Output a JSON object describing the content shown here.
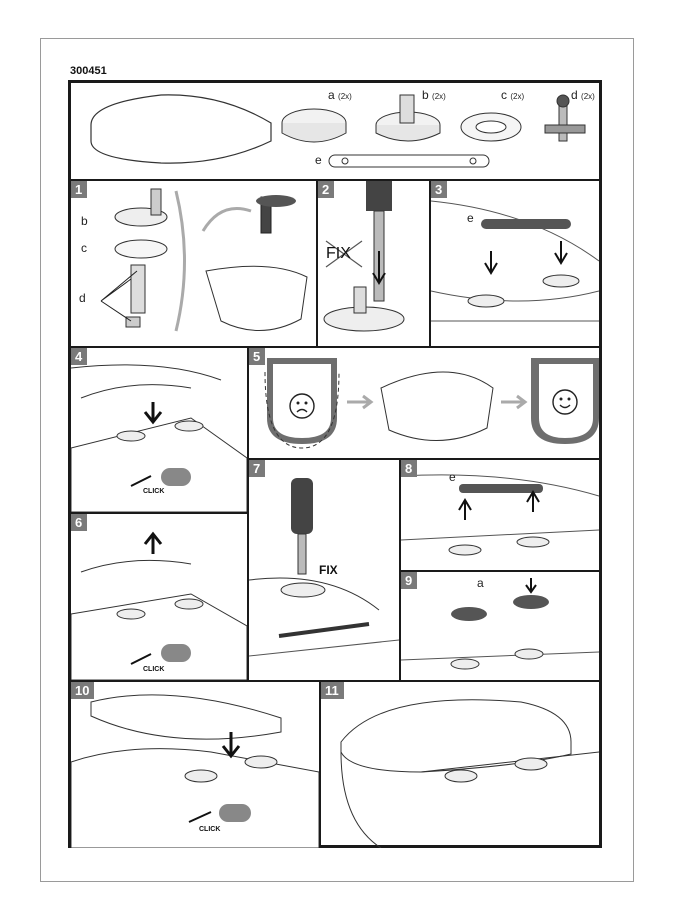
{
  "document_number": "300451",
  "parts": {
    "a": {
      "letter": "a",
      "qty": "(2x)"
    },
    "b": {
      "letter": "b",
      "qty": "(2x)"
    },
    "c": {
      "letter": "c",
      "qty": "(2x)"
    },
    "d": {
      "letter": "d",
      "qty": "(2x)"
    },
    "e": {
      "letter": "e"
    }
  },
  "steps": {
    "s1": {
      "number": "1",
      "labels": [
        "b",
        "c",
        "d"
      ]
    },
    "s2": {
      "number": "2",
      "fix_label": "FIX"
    },
    "s3": {
      "number": "3",
      "label_e": "e"
    },
    "s4": {
      "number": "4",
      "click": "CLICK"
    },
    "s5": {
      "number": "5"
    },
    "s6": {
      "number": "6",
      "click": "CLICK"
    },
    "s7": {
      "number": "7",
      "fix_label": "FIX"
    },
    "s8": {
      "number": "8",
      "label_e": "e"
    },
    "s9": {
      "number": "9",
      "label_a": "a"
    },
    "s10": {
      "number": "10",
      "click": "CLICK"
    },
    "s11": {
      "number": "11"
    }
  },
  "icons": {
    "sad_face": "sad-face-icon",
    "happy_face": "happy-face-icon",
    "arrow": "arrow-icon"
  },
  "colors": {
    "frame": "#1a1a1a",
    "badge": "#7a7a7a",
    "shade": "#6e6e6e"
  }
}
